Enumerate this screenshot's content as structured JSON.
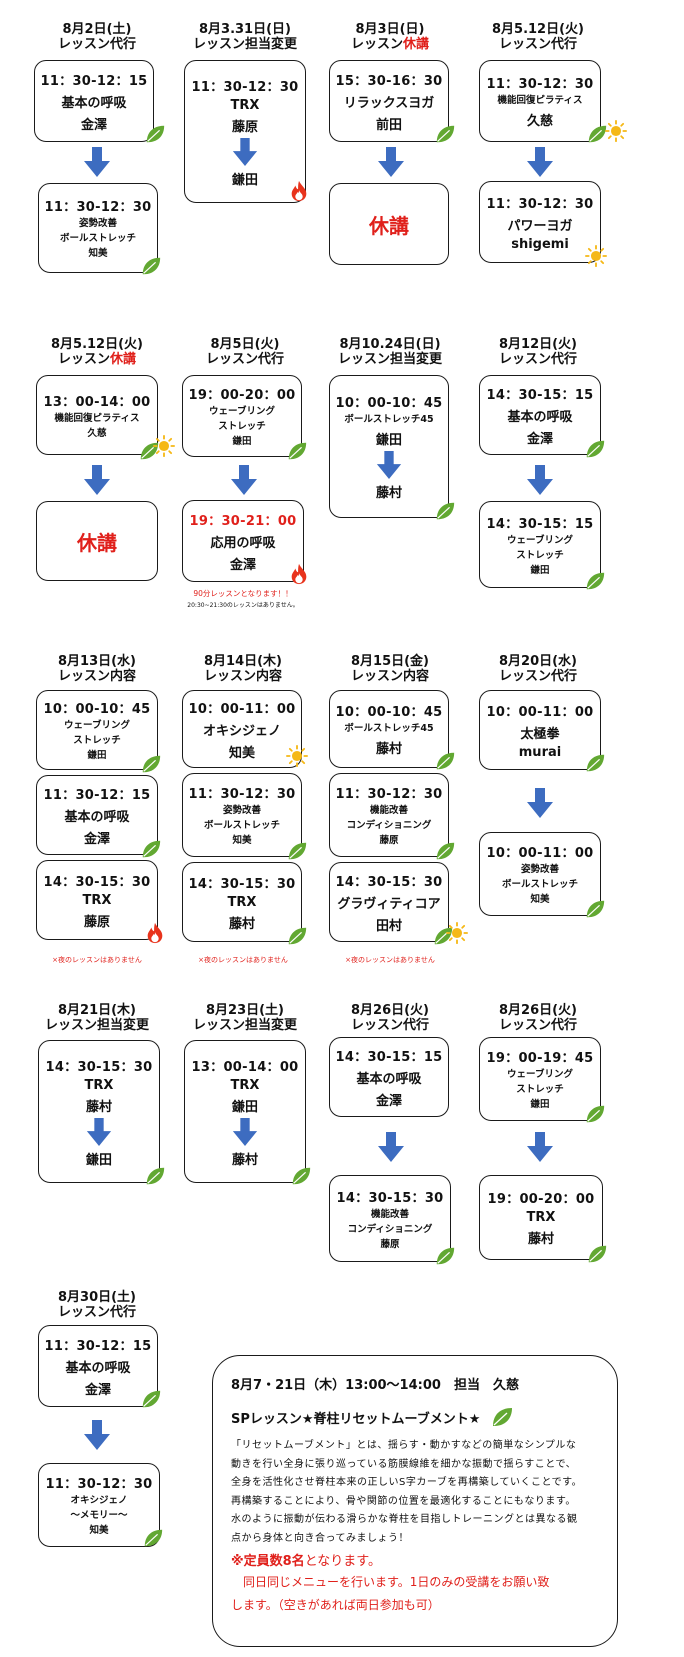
{
  "title": {
    "c1": {
      "date": "8月2日(土)",
      "label": "レッスン代行",
      "label_red": ""
    },
    "c2": {
      "date": "8月3.31日(日)",
      "label": "レッスン担当変更",
      "label_red": ""
    },
    "c3": {
      "date": "8月3日(日)",
      "label": "レッスン",
      "label_red": "休講"
    },
    "c4": {
      "date": "8月5.12日(火)",
      "label": "レッスン代行",
      "label_red": ""
    },
    "c5": {
      "date": "8月5.12日(火)",
      "label": "レッスン",
      "label_red": "休講"
    },
    "c6": {
      "date": "8月5日(火)",
      "label": "レッスン代行",
      "label_red": ""
    },
    "c7": {
      "date": "8月10.24日(日)",
      "label": "レッスン担当変更",
      "label_red": ""
    },
    "c8": {
      "date": "8月12日(火)",
      "label": "レッスン代行",
      "label_red": ""
    },
    "c9": {
      "date": "8月13日(水)",
      "label": "レッスン内容",
      "label_red": ""
    },
    "c10": {
      "date": "8月14日(木)",
      "label": "レッスン内容",
      "label_red": ""
    },
    "c11": {
      "date": "8月15日(金)",
      "label": "レッスン内容",
      "label_red": ""
    },
    "c12": {
      "date": "8月20日(水)",
      "label": "レッスン代行",
      "label_red": ""
    },
    "c13": {
      "date": "8月21日(木)",
      "label": "レッスン担当変更",
      "label_red": ""
    },
    "c14": {
      "date": "8月23日(土)",
      "label": "レッスン担当変更",
      "label_red": ""
    },
    "c15": {
      "date": "8月26日(火)",
      "label": "レッスン代行",
      "label_red": ""
    },
    "c16": {
      "date": "8月26日(火)",
      "label": "レッスン代行",
      "label_red": ""
    },
    "c17": {
      "date": "8月30日(土)",
      "label": "レッスン代行",
      "label_red": ""
    }
  },
  "card": {
    "c1a": {
      "time": "11：30-12：15",
      "name": "基本の呼吸",
      "instr": "金澤"
    },
    "c1b": {
      "time": "11：30-12：30",
      "name1": "姿勢改善",
      "name2": "ボールストレッチ",
      "instr": "知美"
    },
    "c2": {
      "time": "11：30-12：30",
      "name": "TRX",
      "from": "藤原",
      "to": "鎌田"
    },
    "c3a": {
      "time": "15：30-16：30",
      "name": "リラックスヨガ",
      "instr": "前田"
    },
    "c3b": {
      "cancel": "休講"
    },
    "c4a": {
      "time": "11：30-12：30",
      "name": "機能回復ピラティス",
      "instr": "久慈"
    },
    "c4b": {
      "time": "11：30-12：30",
      "name": "パワーヨガ",
      "instr": "shigemi"
    },
    "c5a": {
      "time": "13：00-14：00",
      "name": "機能回復ピラティス",
      "instr": "久慈"
    },
    "c5b": {
      "cancel": "休講"
    },
    "c6a": {
      "time": "19：00-20：00",
      "name1": "ウェーブリング",
      "name2": "ストレッチ",
      "instr": "鎌田"
    },
    "c6b": {
      "time": "19：30-21：00",
      "name": "応用の呼吸",
      "instr": "金澤"
    },
    "c7": {
      "time": "10：00-10：45",
      "name": "ボールストレッチ45",
      "from": "鎌田",
      "to": "藤村"
    },
    "c8a": {
      "time": "14：30-15：15",
      "name": "基本の呼吸",
      "instr": "金澤"
    },
    "c8b": {
      "time": "14：30-15：15",
      "name1": "ウェーブリング",
      "name2": "ストレッチ",
      "instr": "鎌田"
    },
    "c9a": {
      "time": "10：00-10：45",
      "name1": "ウェーブリング",
      "name2": "ストレッチ",
      "instr": "鎌田"
    },
    "c9b": {
      "time": "11：30-12：15",
      "name": "基本の呼吸",
      "instr": "金澤"
    },
    "c9c": {
      "time": "14：30-15：30",
      "name": "TRX",
      "instr": "藤原"
    },
    "c10a": {
      "time": "10：00-11：00",
      "name": "オキシジェノ",
      "instr": "知美"
    },
    "c10b": {
      "time": "11：30-12：30",
      "name1": "姿勢改善",
      "name2": "ボールストレッチ",
      "instr": "知美"
    },
    "c10c": {
      "time": "14：30-15：30",
      "name": "TRX",
      "instr": "藤村"
    },
    "c11a": {
      "time": "10：00-10：45",
      "name": "ボールストレッチ45",
      "instr": "藤村"
    },
    "c11b": {
      "time": "11：30-12：30",
      "name1": "機能改善",
      "name2": "コンディショニング",
      "instr": "藤原"
    },
    "c11c": {
      "time": "14：30-15：30",
      "name": "グラヴィティコア",
      "instr": "田村"
    },
    "c12a": {
      "time": "10：00-11：00",
      "name": "太極拳",
      "instr": "murai"
    },
    "c12b": {
      "time": "10：00-11：00",
      "name1": "姿勢改善",
      "name2": "ボールストレッチ",
      "instr": "知美"
    },
    "c13": {
      "time": "14：30-15：30",
      "name": "TRX",
      "from": "藤村",
      "to": "鎌田"
    },
    "c14": {
      "time": "13：00-14：00",
      "name": "TRX",
      "from": "鎌田",
      "to": "藤村"
    },
    "c15a": {
      "time": "14：30-15：15",
      "name": "基本の呼吸",
      "instr": "金澤"
    },
    "c15b": {
      "time": "14：30-15：30",
      "name1": "機能改善",
      "name2": "コンディショニング",
      "instr": "藤原"
    },
    "c16a": {
      "time": "19：00-19：45",
      "name1": "ウェーブリング",
      "name2": "ストレッチ",
      "instr": "鎌田"
    },
    "c16b": {
      "time": "19：00-20：00",
      "name": "TRX",
      "instr": "藤村"
    },
    "c17a": {
      "time": "11：30-12：15",
      "name": "基本の呼吸",
      "instr": "金澤"
    },
    "c17b": {
      "time": "11：30-12：30",
      "name1": "オキシジェノ",
      "name2": "～メモリー～",
      "instr": "知美"
    }
  },
  "notes": {
    "c6_1": "90分レッスンとなります！！",
    "c6_2": "20:30~21:30のレッスンはありません。",
    "c9": "×夜のレッスンはありません",
    "c10": "×夜のレッスンはありません",
    "c11": "×夜のレッスンはありません"
  },
  "sp": {
    "date": "8月7・21日（木）13:00～14:00　担当　久慈",
    "title": "SPレッスン★脊柱リセットムーブメント★",
    "body": [
      "「リセットムーブメント」とは、揺らす・動かすなどの簡単なシンプルな",
      "動きを行い全身に張り巡っている筋膜線維を細かな振動で揺らすことで、",
      "全身を活性化させ脊柱本来の正しいS字カーブを再構築していくことです。",
      "再構築することにより、骨や関節の位置を最適化することにもなります。",
      "水のように振動が伝わる滑らかな脊柱を目指しトレーニングとは異なる観",
      "点から身体と向き合ってみましょう！"
    ],
    "capacity_pre": "※定員数8名",
    "capacity_post": "となります。",
    "note1": "　同日同じメニューを行います。1日のみの受講をお願い致",
    "note2": "します。（空きがあれば両日参加も可）"
  },
  "colors": {
    "accent_red": "#e0201b",
    "arrow_blue": "#3d6cc0",
    "leaf_green": "#62a832",
    "sun_yellow": "#f5b816",
    "flame_red": "#e8331c"
  }
}
